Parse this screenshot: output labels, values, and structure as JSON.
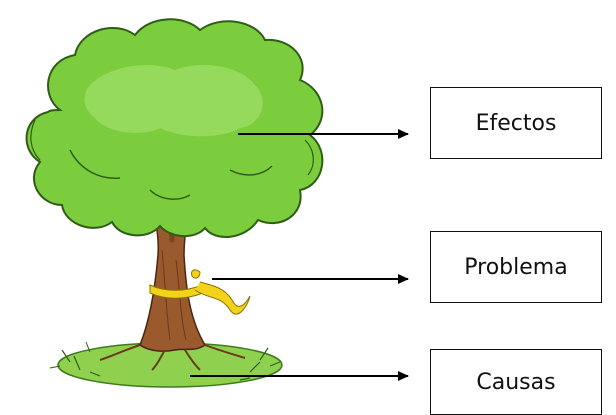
{
  "diagram": {
    "labels": {
      "efectos": "Efectos",
      "problema": "Problema",
      "causas": "Causas"
    }
  },
  "colors": {
    "foliage": "#7ccd3e",
    "foliage_light": "#98dc5f",
    "foliage_dark": "#5aa532",
    "trunk": "#9a5a2e",
    "ribbon": "#f3d21a",
    "grass": "#8fd14f",
    "arrow": "#000000"
  }
}
